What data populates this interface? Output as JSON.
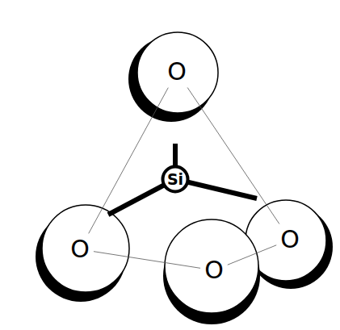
{
  "diagram": {
    "nodes": [
      {
        "text": [
          "O"
        ]
      },
      {
        "text": [
          "Si"
        ]
      },
      {
        "text": [
          "O"
        ]
      },
      {
        "text": [
          "O"
        ]
      },
      {
        "text": [
          "O"
        ]
      }
    ],
    "edges": [
      {
        "from": 0,
        "to": 2,
        "arrow": "none"
      },
      {
        "from": 0,
        "to": 4,
        "arrow": "none"
      },
      {
        "from": 2,
        "to": 3,
        "arrow": "none"
      },
      {
        "from": 3,
        "to": 4,
        "arrow": "none"
      }
    ]
  }
}
